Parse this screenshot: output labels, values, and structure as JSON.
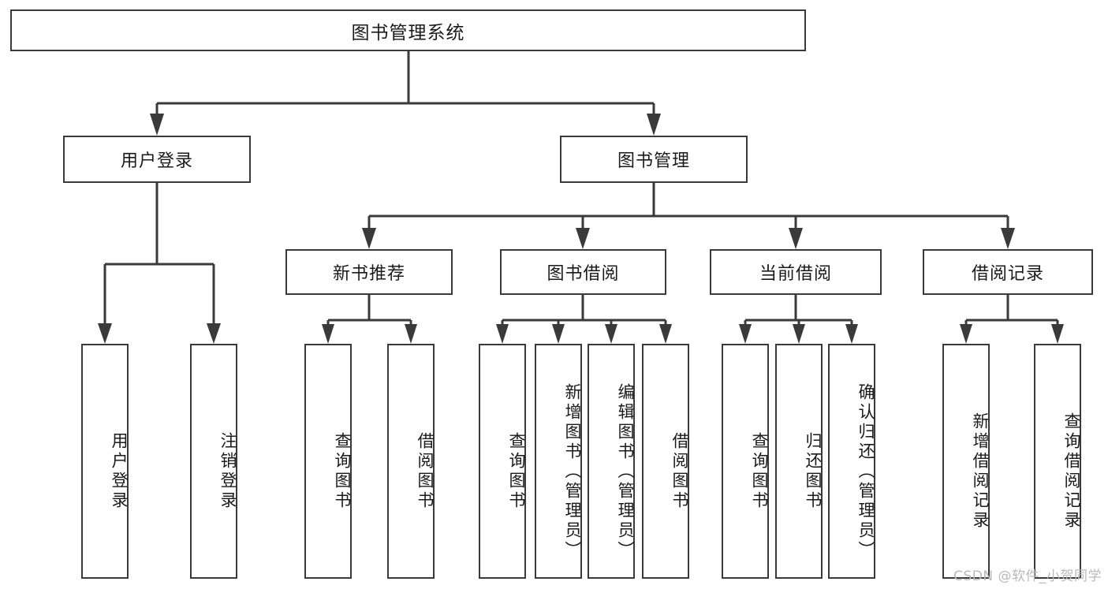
{
  "diagram": {
    "type": "tree",
    "title": "图书管理系统",
    "background_color": "#ffffff",
    "line_color": "#3a3a3a",
    "text_color": "#1a1a1a",
    "root": {
      "label": "图书管理系统"
    },
    "level2": [
      {
        "label": "用户登录"
      },
      {
        "label": "图书管理"
      }
    ],
    "level3": [
      {
        "label": "新书推荐"
      },
      {
        "label": "图书借阅"
      },
      {
        "label": "当前借阅"
      },
      {
        "label": "借阅记录"
      }
    ],
    "leaves": {
      "user_login": [
        {
          "label": "用户登录"
        },
        {
          "label": "注销登录"
        }
      ],
      "new_book": [
        {
          "label": "查询图书"
        },
        {
          "label": "借阅图书"
        }
      ],
      "book_borrow": [
        {
          "label": "查询图书"
        },
        {
          "label": "新增图书（管理员）"
        },
        {
          "label": "编辑图书（管理员）"
        },
        {
          "label": "借阅图书"
        }
      ],
      "current_borrow": [
        {
          "label": "查询图书"
        },
        {
          "label": "归还图书"
        },
        {
          "label": "确认归还（管理员）"
        }
      ],
      "borrow_record": [
        {
          "label": "新增借阅记录"
        },
        {
          "label": "查询借阅记录"
        }
      ]
    }
  },
  "watermark": {
    "text": "CSDN @软件_小贺同学"
  }
}
